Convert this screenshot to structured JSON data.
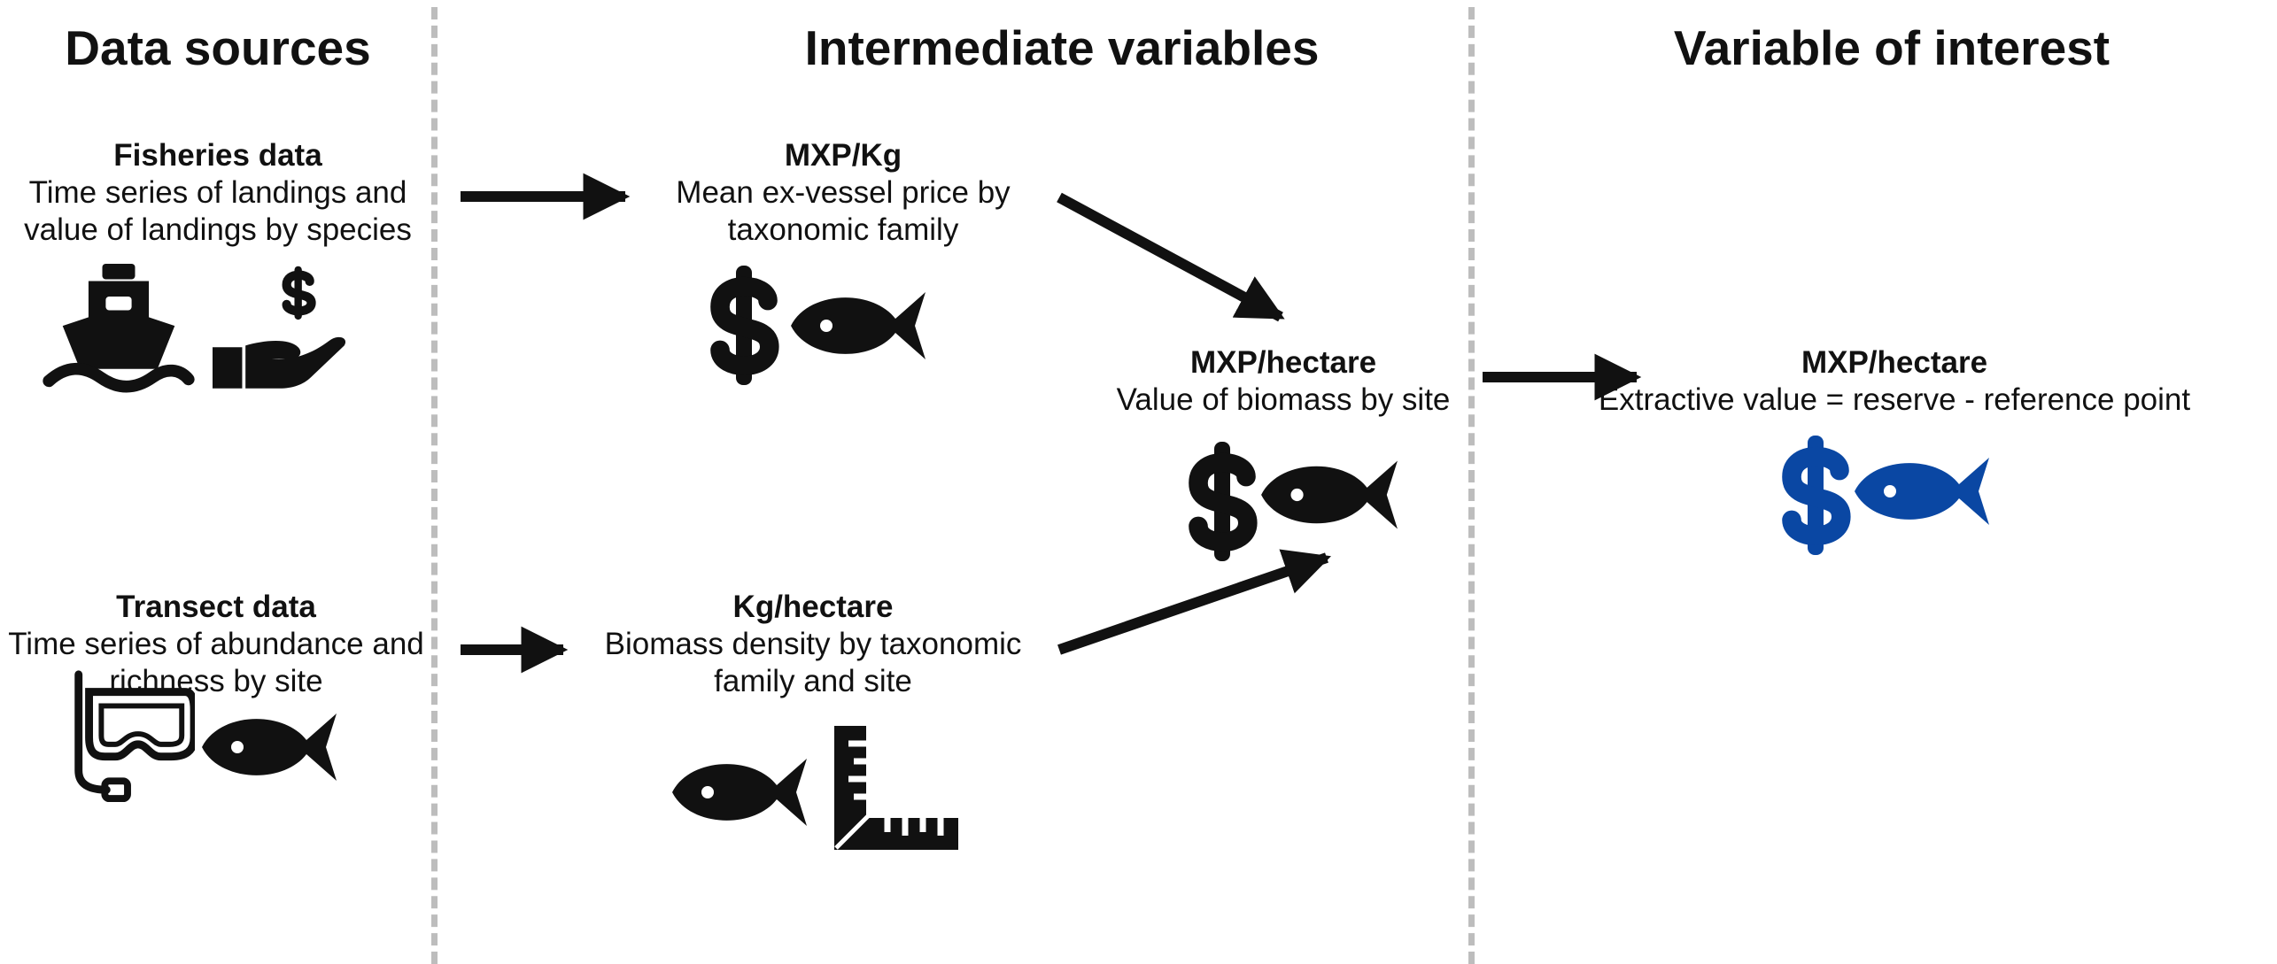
{
  "columns": {
    "data_sources": "Data sources",
    "intermediate": "Intermediate variables",
    "interest": "Variable of interest"
  },
  "nodes": {
    "fisheries": {
      "title": "Fisheries data",
      "line1": "Time series of landings and",
      "line2": "value of landings by species"
    },
    "transect": {
      "title": "Transect data",
      "line1": "Time series of abundance and",
      "line2": "richness by site"
    },
    "mxp_kg": {
      "title": "MXP/Kg",
      "line1": "Mean ex-vessel price by",
      "line2": "taxonomic family"
    },
    "kg_hectare": {
      "title": "Kg/hectare",
      "line1": "Biomass density by taxonomic",
      "line2": "family and site"
    },
    "mxp_hectare": {
      "title": "MXP/hectare",
      "line1": "Value of biomass by site"
    },
    "interest": {
      "title": "MXP/hectare",
      "line1": "Extractive value = reserve - reference point"
    }
  },
  "icons": {
    "ship": "ship-icon",
    "hand_dollar": "hand-holding-dollar-icon",
    "snorkel": "snorkel-mask-icon",
    "fish": "fish-icon",
    "dollar": "dollar-icon",
    "ruler": "ruler-icon"
  },
  "colors": {
    "text": "#111111",
    "icon": "#111111",
    "highlight": "#0a47a3",
    "divider": "#bdbdbd"
  }
}
